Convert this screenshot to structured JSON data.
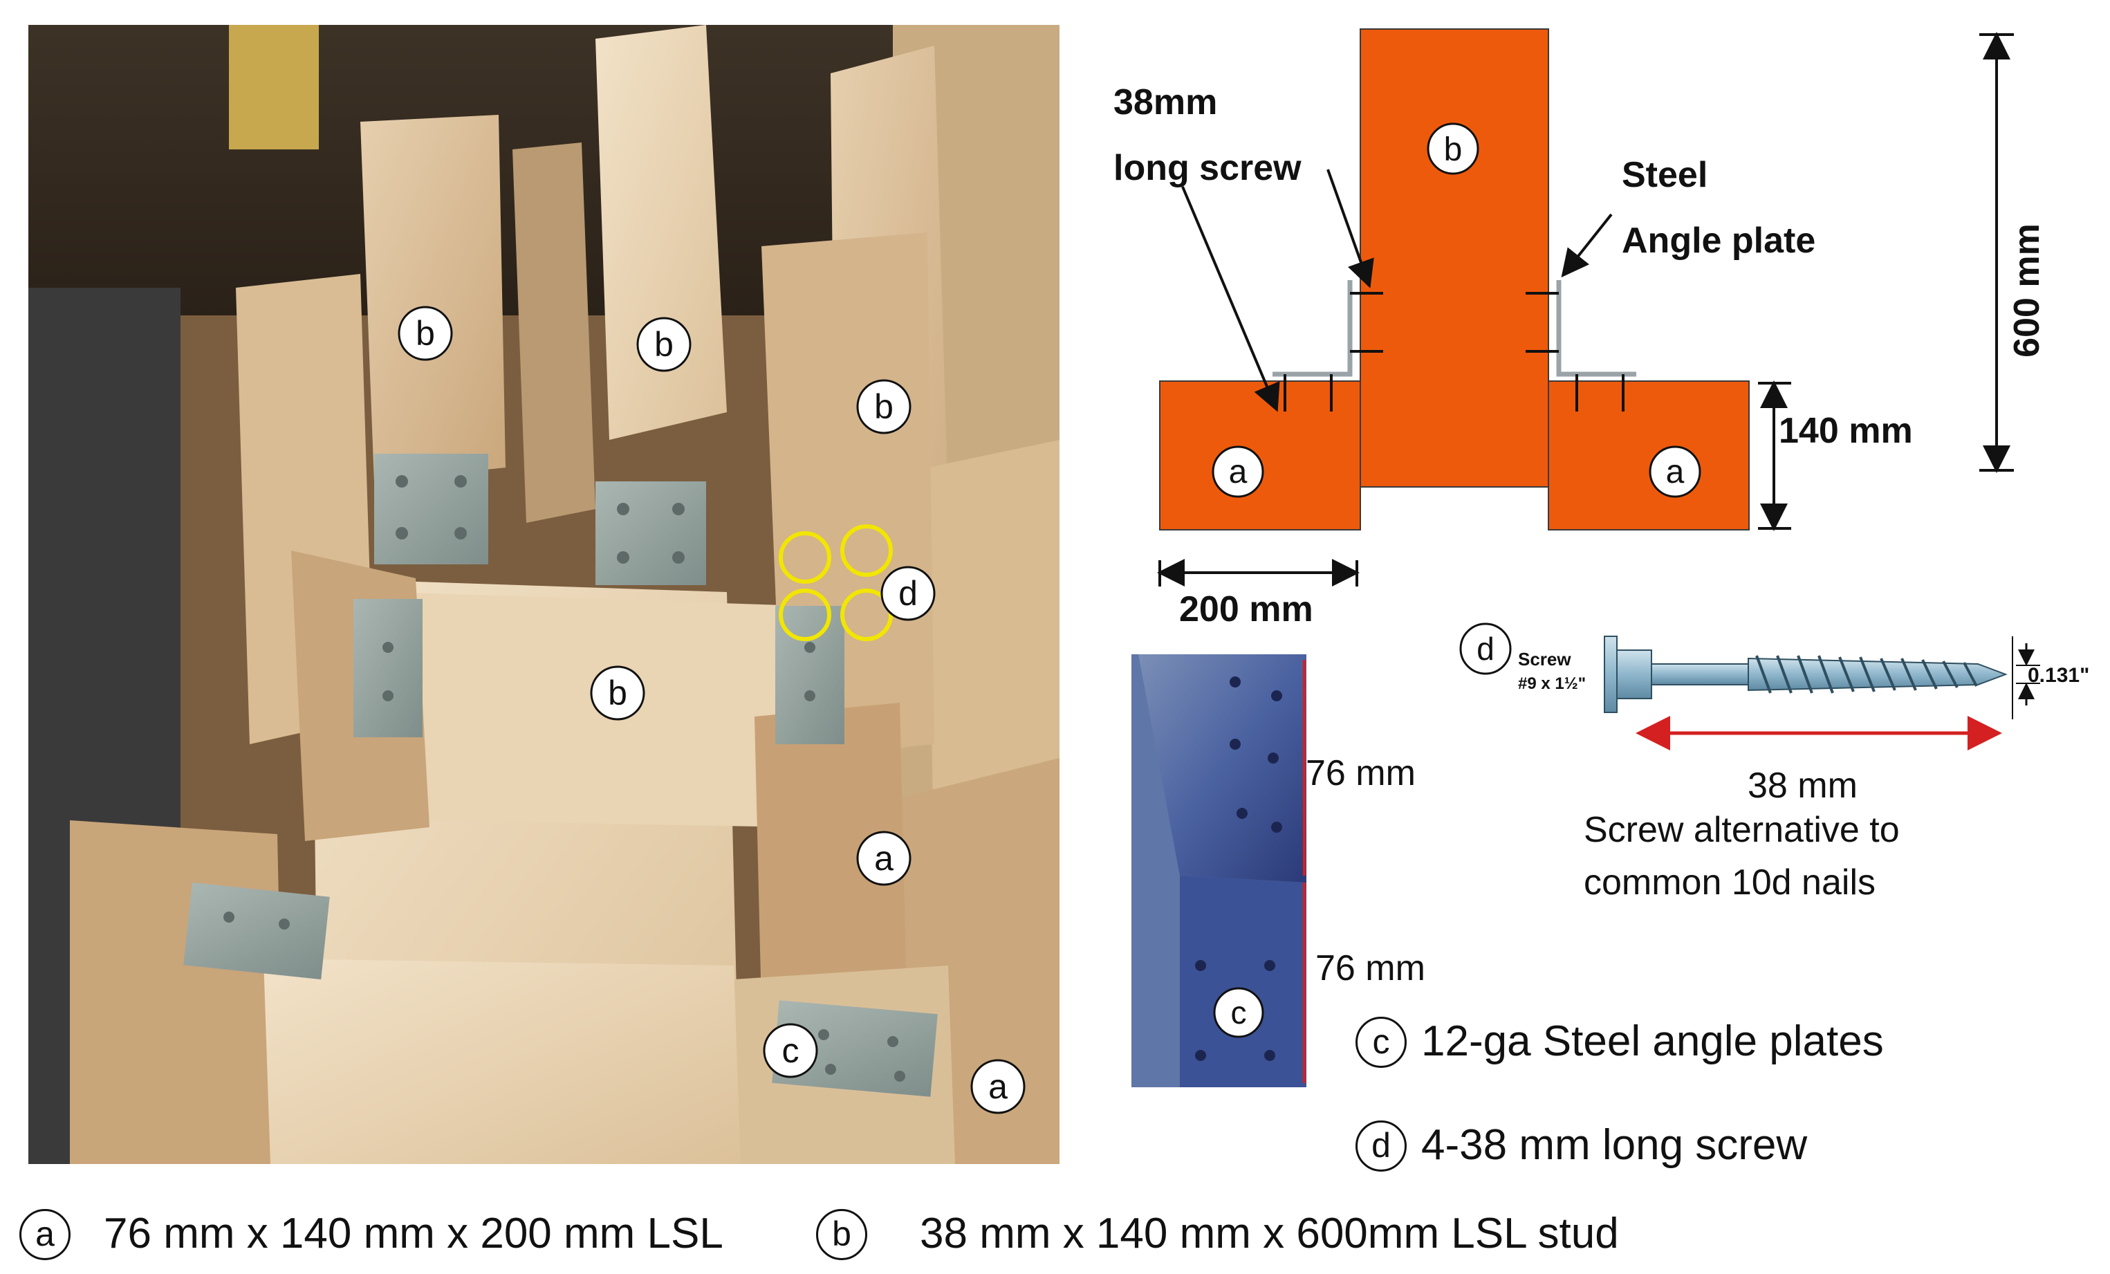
{
  "photo": {
    "circle_labels": [
      "b",
      "b",
      "b",
      "b",
      "a",
      "a",
      "c",
      "d"
    ]
  },
  "schematic": {
    "labels": {
      "screw_callout_line1": "38mm",
      "screw_callout_line2": "long screw",
      "plate_callout_line1": "Steel",
      "plate_callout_line2": "Angle plate",
      "dim_height": "600 mm",
      "dim_block_height": "140 mm",
      "dim_block_width": "200 mm",
      "stud_tag": "b",
      "block_tag_left": "a",
      "block_tag_right": "a"
    },
    "colors": {
      "wood": "#ee5a0c",
      "outline": "#3a3a3a"
    }
  },
  "plate_photo": {
    "dim_upper": "76 mm",
    "dim_lower": "76 mm",
    "tag": "c"
  },
  "screw_detail": {
    "tag": "d",
    "name_line1": "Screw",
    "name_line2": "#9 x 1½\"",
    "diameter": "0.131\"",
    "length": "38 mm",
    "note_line1": "Screw alternative to",
    "note_line2": "common 10d nails"
  },
  "legend": {
    "c_tag": "c",
    "c_text": "12-ga Steel angle plates",
    "d_tag": "d",
    "d_text": "4-38 mm long screw",
    "a_tag": "a",
    "a_text": "76 mm x 140 mm x 200 mm LSL",
    "b_tag": "b",
    "b_text": "38 mm x 140 mm x 600mm  LSL stud"
  }
}
